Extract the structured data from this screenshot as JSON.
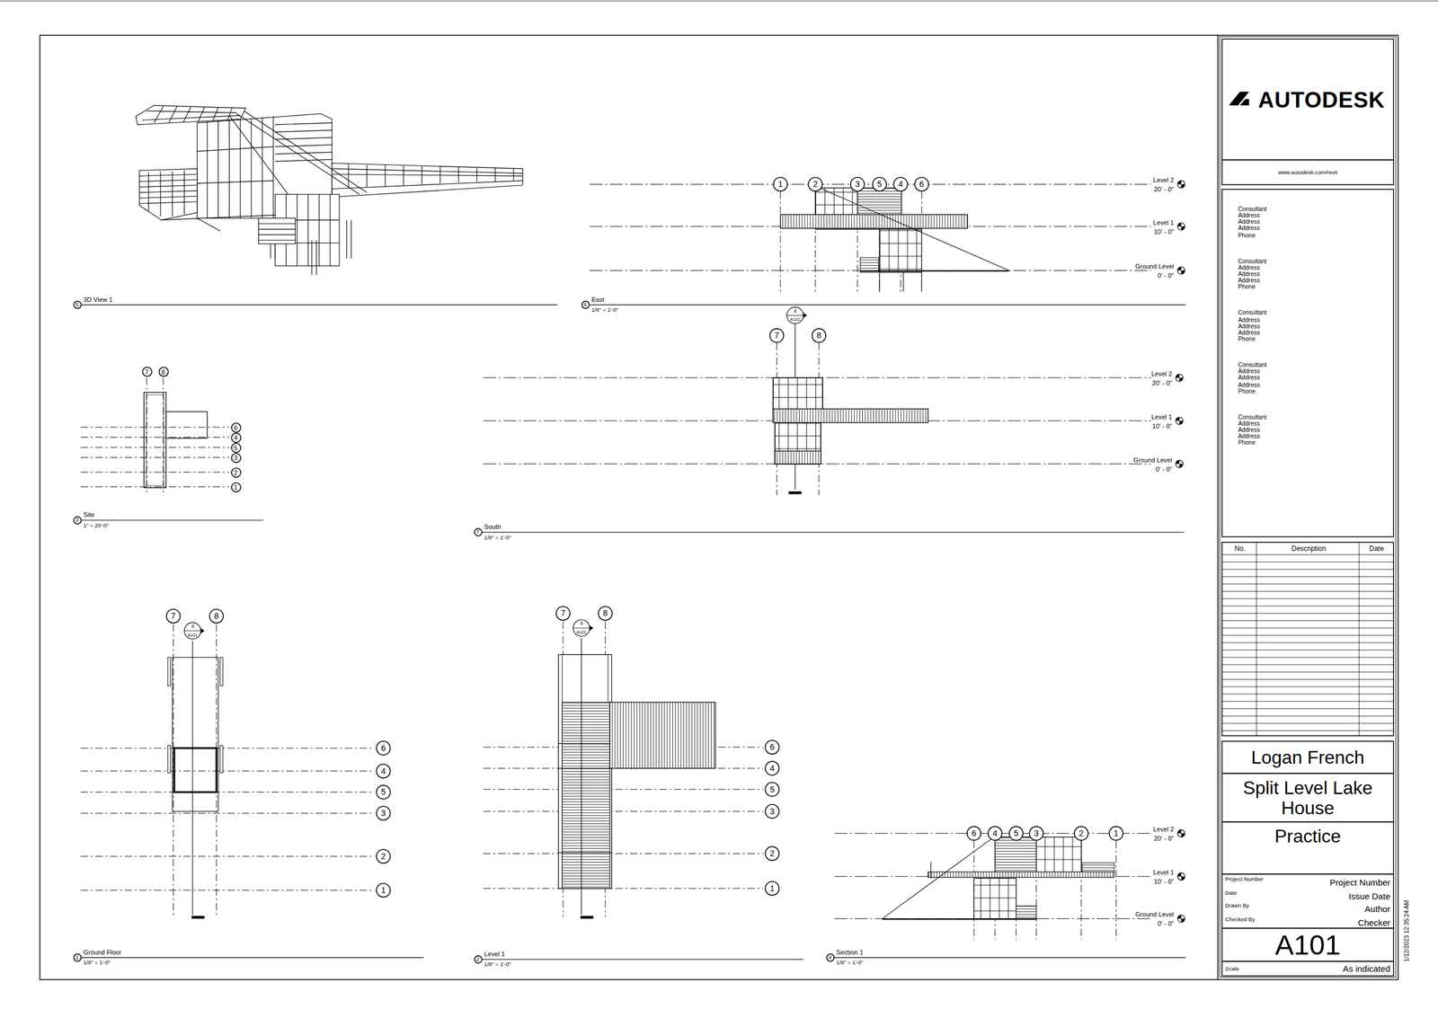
{
  "diagram": {
    "nodes": [
      {
        "text": [
          "5"
        ]
      },
      {
        "text": [
          "1"
        ]
      },
      {
        "text": [
          "2"
        ]
      },
      {
        "text": [
          "3"
        ]
      },
      {
        "text": [
          "5"
        ]
      },
      {
        "text": [
          "4"
        ]
      },
      {
        "text": [
          "6"
        ]
      },
      {
        "text": [
          "6"
        ]
      },
      {
        "text": [
          "7"
        ]
      },
      {
        "text": [
          "8"
        ]
      },
      {
        "text": [
          "6"
        ]
      },
      {
        "text": [
          "4"
        ]
      },
      {
        "text": [
          "5"
        ]
      },
      {
        "text": [
          "3"
        ]
      },
      {
        "text": [
          "2"
        ]
      },
      {
        "text": [
          "1"
        ]
      },
      {
        "text": [
          "3"
        ]
      },
      {
        "text": [
          "4",
          "A101"
        ]
      },
      {
        "text": [
          "7"
        ]
      },
      {
        "text": [
          "8"
        ]
      },
      {
        "text": [
          "7"
        ]
      },
      {
        "text": [
          "7"
        ]
      },
      {
        "text": [
          "8"
        ]
      },
      {
        "text": [
          "4",
          "A101"
        ]
      },
      {
        "text": [
          "6"
        ]
      },
      {
        "text": [
          "4"
        ]
      },
      {
        "text": [
          "5"
        ]
      },
      {
        "text": [
          "3"
        ]
      },
      {
        "text": [
          "2"
        ]
      },
      {
        "text": [
          "1"
        ]
      },
      {
        "text": [
          "1"
        ]
      },
      {
        "text": [
          "7"
        ]
      },
      {
        "text": [
          "8"
        ]
      },
      {
        "text": [
          "4",
          "A101"
        ]
      },
      {
        "text": [
          "6"
        ]
      },
      {
        "text": [
          "4"
        ]
      },
      {
        "text": [
          "5"
        ]
      },
      {
        "text": [
          "3"
        ]
      },
      {
        "text": [
          "2"
        ]
      },
      {
        "text": [
          "1"
        ]
      },
      {
        "text": [
          "2"
        ]
      },
      {
        "text": [
          "6"
        ]
      },
      {
        "text": [
          "4"
        ]
      },
      {
        "text": [
          "5"
        ]
      },
      {
        "text": [
          "3"
        ]
      },
      {
        "text": [
          "2"
        ]
      },
      {
        "text": [
          "1"
        ]
      },
      {
        "text": [
          "4"
        ]
      },
      {
        "text": [
          "AUTODESK"
        ]
      },
      {
        "text": [
          "www.autodesk.com/revit"
        ]
      },
      {
        "text": [
          "Consultant Address Address Address Phone",
          "Consultant Address Address Address Phone",
          "Consultant Address Address Address Phone",
          "Consultant Address Address Address Phone",
          "Consultant Address Address Address Phone"
        ]
      },
      {
        "text": [
          "No.",
          "Description",
          "Date"
        ]
      },
      {
        "text": [
          "Logan French"
        ]
      },
      {
        "text": [
          "Split Level Lake House"
        ]
      },
      {
        "text": [
          "Practice"
        ]
      },
      {
        "text": [
          "Project Number",
          "Project Number",
          "Date",
          "Issue Date",
          "Drawn By",
          "Author",
          "Checked By",
          "Checker"
        ]
      },
      {
        "text": [
          "A101"
        ]
      },
      {
        "text": [
          "Scale",
          "As indicated"
        ]
      }
    ],
    "labels": [
      "3D View 1",
      "East",
      "1/8\" = 1'-0\"",
      "Site",
      "1\" = 20'-0\"",
      "South",
      "1/8\" = 1'-0\"",
      "Ground Floor",
      "1/8\" = 1'-0\"",
      "Level 1",
      "1/8\" = 1'-0\"",
      "Section 1",
      "1/8\" = 1'-0\"",
      "Level 2",
      "20' - 0\"",
      "Level 1",
      "10' - 0\"",
      "Ground Level",
      "0' - 0\"",
      "Level 2",
      "20' - 0\"",
      "Level 1",
      "10' - 0\"",
      "Ground Level",
      "0' - 0\"",
      "Level 2",
      "20' - 0\"",
      "Level 1",
      "10' - 0\"",
      "Ground Level",
      "0' - 0\"",
      "1/12/2023 12:35:24 AM"
    ]
  }
}
